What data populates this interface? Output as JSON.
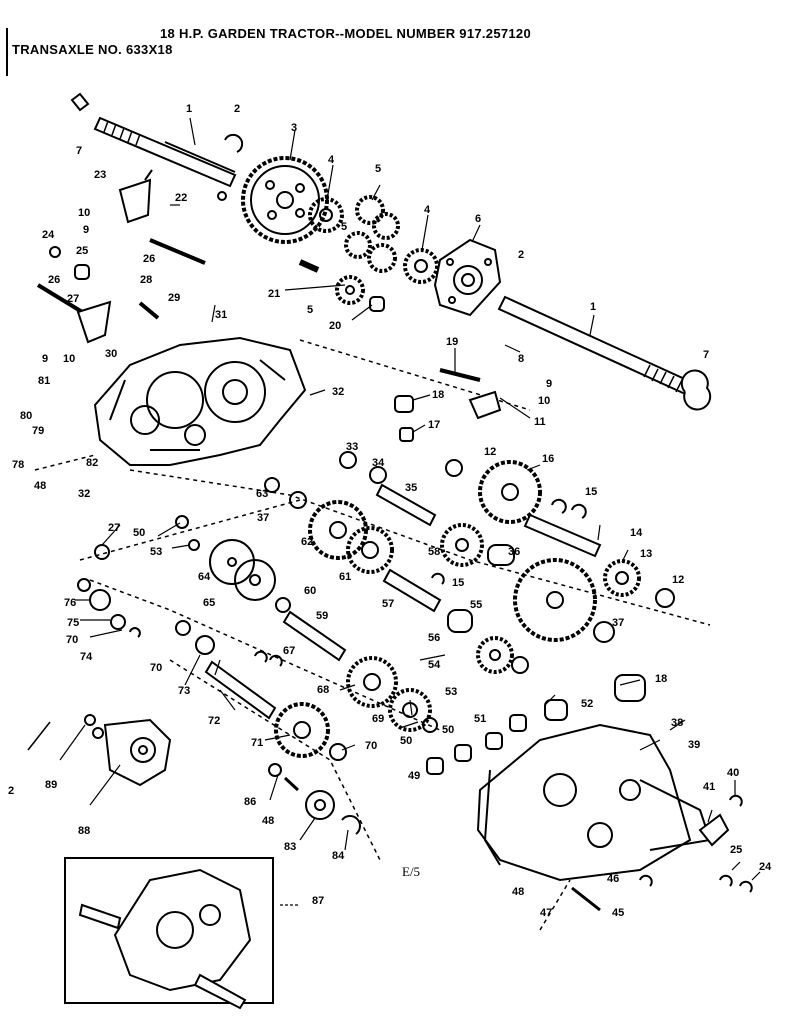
{
  "header": {
    "line1": "18 H.P. GARDEN TRACTOR--MODEL NUMBER 917.257120",
    "line2": "TRANSAXLE NO. 633X18"
  },
  "page_ref": "E/5",
  "callouts": [
    {
      "id": "c1",
      "text": "1"
    },
    {
      "id": "c2",
      "text": "2"
    },
    {
      "id": "c3",
      "text": "3"
    },
    {
      "id": "c4",
      "text": "4"
    },
    {
      "id": "c5",
      "text": "5"
    },
    {
      "id": "c7",
      "text": "7"
    },
    {
      "id": "c23",
      "text": "23"
    },
    {
      "id": "c22",
      "text": "22"
    },
    {
      "id": "c10",
      "text": "10"
    },
    {
      "id": "c9",
      "text": "9"
    },
    {
      "id": "c24",
      "text": "24"
    },
    {
      "id": "c25",
      "text": "25"
    },
    {
      "id": "c26",
      "text": "26"
    },
    {
      "id": "c26b",
      "text": "26"
    },
    {
      "id": "c28",
      "text": "28"
    },
    {
      "id": "c29",
      "text": "29"
    },
    {
      "id": "c27",
      "text": "27"
    },
    {
      "id": "c31",
      "text": "31"
    },
    {
      "id": "c9b",
      "text": "9"
    },
    {
      "id": "c10b",
      "text": "10"
    },
    {
      "id": "c30",
      "text": "30"
    },
    {
      "id": "c81",
      "text": "81"
    },
    {
      "id": "c80",
      "text": "80"
    },
    {
      "id": "c79",
      "text": "79"
    },
    {
      "id": "c78",
      "text": "78"
    },
    {
      "id": "c48",
      "text": "48"
    },
    {
      "id": "c82",
      "text": "82"
    },
    {
      "id": "c32",
      "text": "32"
    },
    {
      "id": "c32b",
      "text": "32"
    },
    {
      "id": "c5b",
      "text": "5"
    },
    {
      "id": "c4b",
      "text": "4"
    },
    {
      "id": "c6",
      "text": "6"
    },
    {
      "id": "c2b",
      "text": "2"
    },
    {
      "id": "c21",
      "text": "21"
    },
    {
      "id": "c5c",
      "text": "5"
    },
    {
      "id": "c20",
      "text": "20"
    },
    {
      "id": "c1b",
      "text": "1"
    },
    {
      "id": "c8",
      "text": "8"
    },
    {
      "id": "c7b",
      "text": "7"
    },
    {
      "id": "c19",
      "text": "19"
    },
    {
      "id": "c9c",
      "text": "9"
    },
    {
      "id": "c10c",
      "text": "10"
    },
    {
      "id": "c11",
      "text": "11"
    },
    {
      "id": "c18",
      "text": "18"
    },
    {
      "id": "c17",
      "text": "17"
    },
    {
      "id": "c33",
      "text": "33"
    },
    {
      "id": "c34",
      "text": "34"
    },
    {
      "id": "c12",
      "text": "12"
    },
    {
      "id": "c16",
      "text": "16"
    },
    {
      "id": "c35",
      "text": "35"
    },
    {
      "id": "c15",
      "text": "15"
    },
    {
      "id": "c63",
      "text": "63"
    },
    {
      "id": "c37",
      "text": "37"
    },
    {
      "id": "c14",
      "text": "14"
    },
    {
      "id": "c27b",
      "text": "27"
    },
    {
      "id": "c50",
      "text": "50"
    },
    {
      "id": "c53",
      "text": "53"
    },
    {
      "id": "c62",
      "text": "62"
    },
    {
      "id": "c58",
      "text": "58"
    },
    {
      "id": "c36",
      "text": "36"
    },
    {
      "id": "c13",
      "text": "13"
    },
    {
      "id": "c64",
      "text": "64"
    },
    {
      "id": "c61",
      "text": "61"
    },
    {
      "id": "c15b",
      "text": "15"
    },
    {
      "id": "c12b",
      "text": "12"
    },
    {
      "id": "c65",
      "text": "65"
    },
    {
      "id": "c60",
      "text": "60"
    },
    {
      "id": "c57",
      "text": "57"
    },
    {
      "id": "c55",
      "text": "55"
    },
    {
      "id": "c76",
      "text": "76"
    },
    {
      "id": "c75",
      "text": "75"
    },
    {
      "id": "c59",
      "text": "59"
    },
    {
      "id": "c56",
      "text": "56"
    },
    {
      "id": "c37b",
      "text": "37"
    },
    {
      "id": "c70",
      "text": "70"
    },
    {
      "id": "c74",
      "text": "74"
    },
    {
      "id": "c70b",
      "text": "70"
    },
    {
      "id": "c67",
      "text": "67"
    },
    {
      "id": "c54",
      "text": "54"
    },
    {
      "id": "c73",
      "text": "73"
    },
    {
      "id": "c53b",
      "text": "53"
    },
    {
      "id": "c18b",
      "text": "18"
    },
    {
      "id": "c68",
      "text": "68"
    },
    {
      "id": "c52",
      "text": "52"
    },
    {
      "id": "c72",
      "text": "72"
    },
    {
      "id": "c69",
      "text": "69"
    },
    {
      "id": "c51",
      "text": "51"
    },
    {
      "id": "c38",
      "text": "38"
    },
    {
      "id": "c71",
      "text": "71"
    },
    {
      "id": "c50b",
      "text": "50"
    },
    {
      "id": "c50c",
      "text": "50"
    },
    {
      "id": "c39",
      "text": "39"
    },
    {
      "id": "c70c",
      "text": "70"
    },
    {
      "id": "c89",
      "text": "89"
    },
    {
      "id": "c49",
      "text": "49"
    },
    {
      "id": "c2c",
      "text": "2"
    },
    {
      "id": "c40",
      "text": "40"
    },
    {
      "id": "c86",
      "text": "86"
    },
    {
      "id": "c41",
      "text": "41"
    },
    {
      "id": "c48b",
      "text": "48"
    },
    {
      "id": "c88",
      "text": "88"
    },
    {
      "id": "c83",
      "text": "83"
    },
    {
      "id": "c84",
      "text": "84"
    },
    {
      "id": "c25b",
      "text": "25"
    },
    {
      "id": "c24b",
      "text": "24"
    },
    {
      "id": "c87",
      "text": "87"
    },
    {
      "id": "c48c",
      "text": "48"
    },
    {
      "id": "c46",
      "text": "46"
    },
    {
      "id": "c47",
      "text": "47"
    },
    {
      "id": "c45",
      "text": "45"
    }
  ]
}
